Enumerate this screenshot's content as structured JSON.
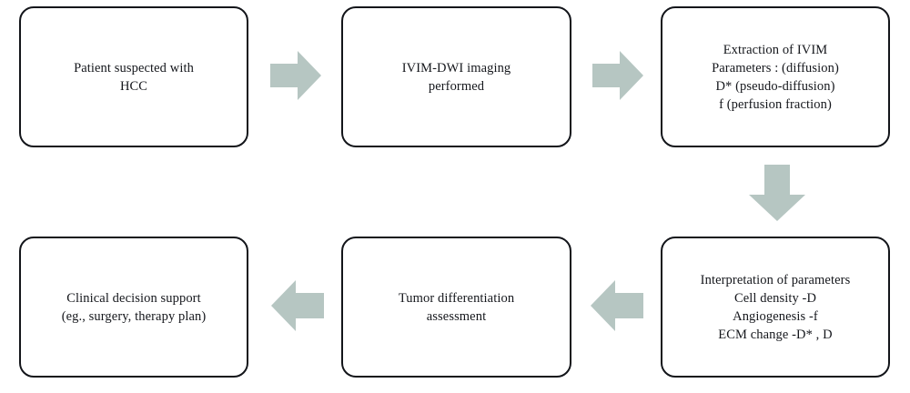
{
  "diagram": {
    "title": "IVIM-DWI clinical workflow flowchart",
    "background_color": "#ffffff",
    "box_border_color": "#13151a",
    "box_fill_color": "#ffffff",
    "arrow_color": "#b6c6c2",
    "nodes": [
      {
        "id": "node-1",
        "label": "Patient suspected with\nHCC"
      },
      {
        "id": "node-2",
        "label": "IVIM-DWI imaging\nperformed"
      },
      {
        "id": "node-3",
        "label": "Extraction of IVIM\nParameters : (diffusion)\nD* (pseudo-diffusion)\nf (perfusion fraction)"
      },
      {
        "id": "node-4",
        "label": "Interpretation of parameters\nCell density -D\nAngiogenesis -f\nECM change -D* , D"
      },
      {
        "id": "node-5",
        "label": "Tumor differentiation\nassessment"
      },
      {
        "id": "node-6",
        "label": "Clinical decision support\n(eg., surgery, therapy plan)"
      }
    ],
    "arrows": [
      {
        "id": "arrow-1",
        "direction": "right",
        "from": "node-1",
        "to": "node-2"
      },
      {
        "id": "arrow-2",
        "direction": "right",
        "from": "node-2",
        "to": "node-3"
      },
      {
        "id": "arrow-3",
        "direction": "down",
        "from": "node-3",
        "to": "node-4"
      },
      {
        "id": "arrow-4",
        "direction": "left",
        "from": "node-4",
        "to": "node-5"
      },
      {
        "id": "arrow-5",
        "direction": "left",
        "from": "node-5",
        "to": "node-6"
      }
    ]
  }
}
